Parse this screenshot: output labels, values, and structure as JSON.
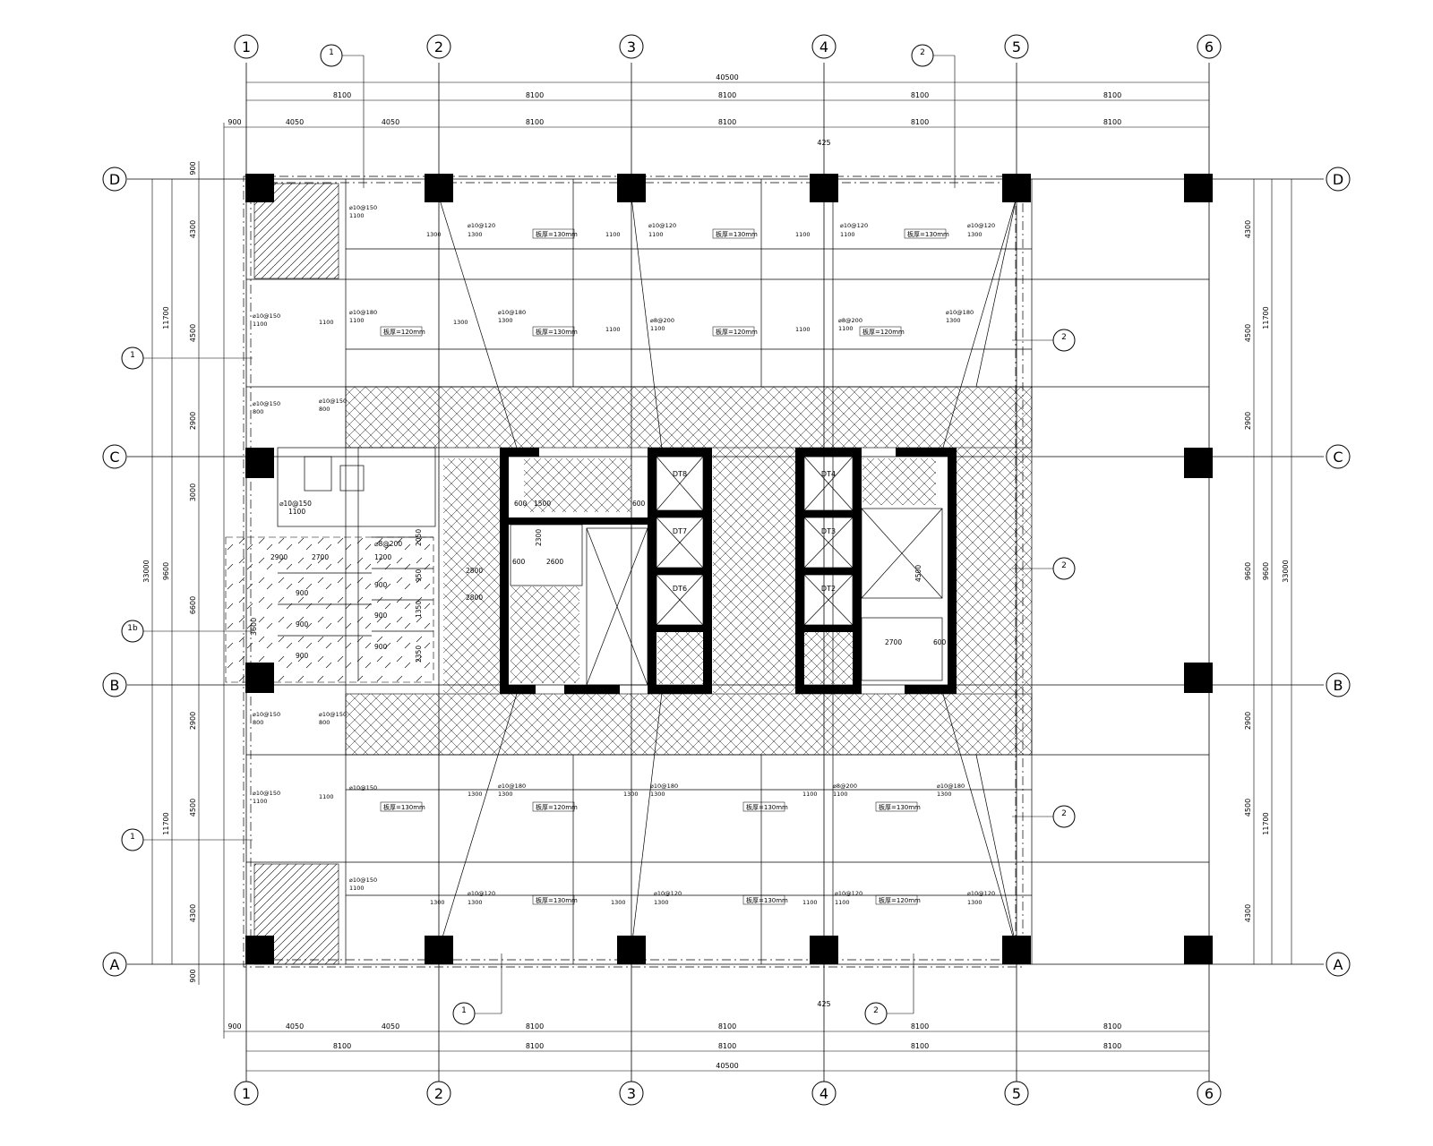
{
  "grid": {
    "x_axes": [
      "1",
      "2",
      "3",
      "4",
      "5",
      "6"
    ],
    "y_axes": [
      "D",
      "C",
      "B",
      "A"
    ]
  },
  "dims": {
    "total_width": "40500",
    "bay": "8100",
    "half_bay": "4050",
    "edge": "900",
    "offset": "425",
    "total_height": "33000",
    "zone_top": "11700",
    "zone_mid": "9600",
    "zone_bottom": "11700",
    "row_4300": "4300",
    "row_4500": "4500",
    "row_2900": "2900",
    "row_3000": "3000",
    "row_6600": "6600",
    "row_3600": "3600"
  },
  "section_marks": {
    "one": "1",
    "two": "2",
    "one_b": "1b"
  },
  "elevators": [
    "DT8",
    "DT7",
    "DT6",
    "DT4",
    "DT3",
    "DT2"
  ],
  "notes": {
    "slab_130": "板厚=130mm",
    "slab_120": "板厚=120mm",
    "reinf_a": "⌀10@150",
    "reinf_b": "⌀10@180",
    "reinf_c": "⌀10@120",
    "reinf_d": "⌀8@200",
    "len_1100": "1100",
    "len_1300": "1300",
    "len_800": "800",
    "len_900": "900",
    "core_2700": "2700",
    "core_2800": "2800",
    "core_2900": "2900",
    "core_2600": "2600",
    "core_2300": "2300",
    "core_4500": "4500",
    "core_1500": "1500",
    "core_600": "600",
    "core_2050": "2050",
    "core_1350": "1350",
    "core_950": "950",
    "core_2350": "2350",
    "core_1200": "1200"
  },
  "colors": {
    "line": "#000000",
    "paper": "#ffffff"
  }
}
